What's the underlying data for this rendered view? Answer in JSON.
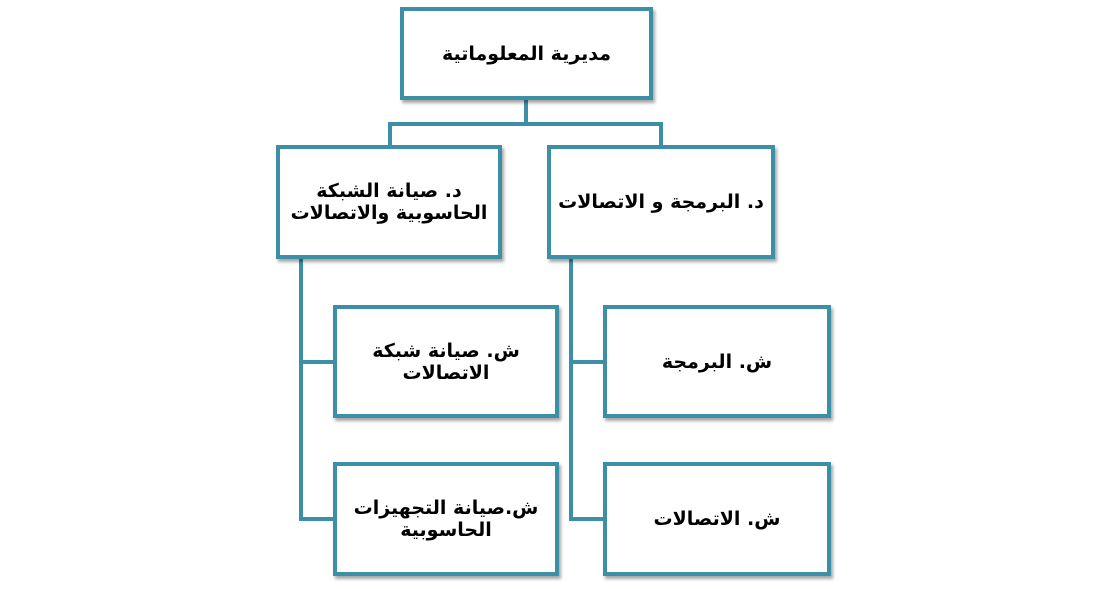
{
  "colors": {
    "border": "#3d8fa8",
    "connector": "#3d8fa8",
    "text": "#000000",
    "background": "#ffffff"
  },
  "nodes": {
    "root": "مديرية المعلوماتية",
    "dept_network": "د. صيانة الشبكة الحاسوبية والاتصالات",
    "dept_programming": "د. البرمجة و الاتصالات",
    "div_network_maintenance": "ش. صيانة شبكة الاتصالات",
    "div_equipment_maintenance": "ش.صيانة التجهيزات الحاسوبية",
    "div_programming": "ش. البرمجة",
    "div_communications": "ش. الاتصالات"
  }
}
